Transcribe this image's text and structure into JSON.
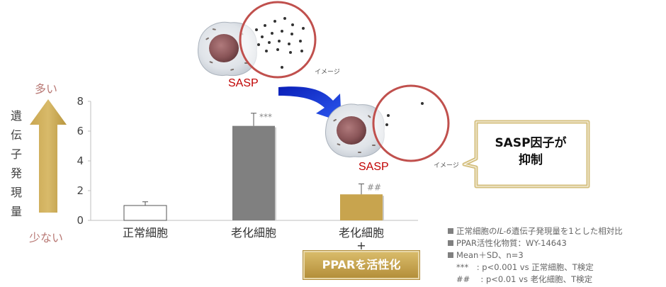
{
  "chart_data": {
    "type": "bar",
    "categories": [
      "正常細胞",
      "老化細胞",
      "老化細胞"
    ],
    "category_extra": [
      "",
      "",
      "+"
    ],
    "values": [
      1.0,
      6.35,
      1.75
    ],
    "errors": [
      0.25,
      0.85,
      0.7
    ],
    "ylim": [
      0,
      8
    ],
    "yticks": [
      0,
      2,
      4,
      6,
      8
    ],
    "bar_colors": [
      "#ffffff",
      "#808080",
      "#c8a44e"
    ],
    "significance": [
      "",
      "***",
      "##"
    ],
    "ylabel": "遺伝子発現量"
  },
  "yaxis": {
    "top_word": "多い",
    "bottom_word": "少ない",
    "label_chars": [
      "遺",
      "伝",
      "子",
      "発",
      "現",
      "量"
    ]
  },
  "illustration": {
    "sasp_label_1": "SASP",
    "sasp_label_2": "SASP",
    "image_label_1": "イメージ",
    "image_label_2": "イメージ"
  },
  "callout": {
    "line1": "SASP因子が",
    "line2": "抑制"
  },
  "ppar_button": "PPARを活性化",
  "notes": {
    "line1_pre": "正常細胞の",
    "line1_italic": "IL-6",
    "line1_post": "遺伝子発現量を1とした相対比",
    "line2": "PPAR活性化物質：WY-14643",
    "line3": "Mean＋SD、n=3",
    "line4": "***　: p<0.001 vs 正常細胞、T検定",
    "line5": "##　  : p<0.01 vs 老化細胞、T検定"
  },
  "colors": {
    "accent_gold": "#c8a44e",
    "circle_red": "#c0504d",
    "arrow_blue": "#1f3fd9",
    "sasp_red": "#c00000"
  }
}
